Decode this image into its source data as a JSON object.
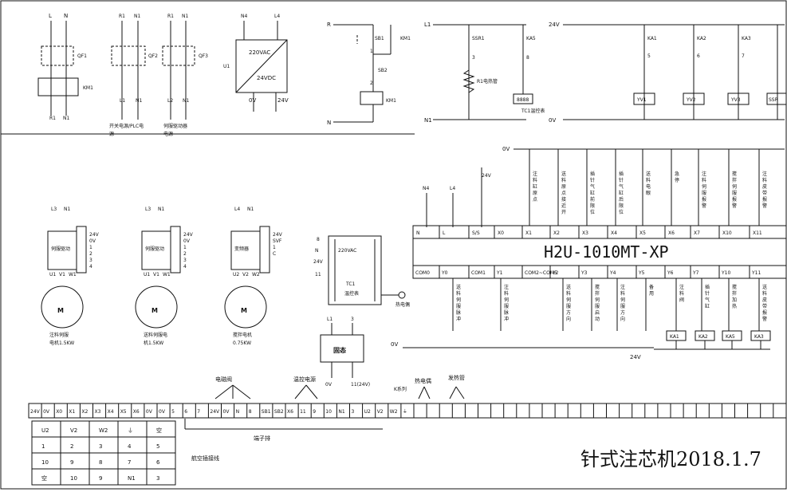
{
  "colors": {
    "ink": "#111111",
    "paper": "#ffffff"
  },
  "breakers": {
    "qf1": {
      "top_left": "L",
      "top_right": "N",
      "name": "QF1",
      "contactor": "KM1",
      "bottom_left": "R1",
      "bottom_right": "N1"
    },
    "qf2": {
      "top_left": "R1",
      "top_right": "N1",
      "name": "QF2",
      "bottom_left": "L1",
      "bottom_right": "N1",
      "caption": [
        "开关电源/PLC电",
        "源"
      ]
    },
    "qf3": {
      "top_left": "R1",
      "top_right": "N1",
      "name": "QF3",
      "bottom_left": "L2",
      "bottom_right": "N1",
      "caption": [
        "伺服驱动器",
        "电源"
      ]
    }
  },
  "psu": {
    "in_left": "N4",
    "in_right": "L4",
    "unit": "U1",
    "line1": "220VAC",
    "line2": "24VDC",
    "out_left": "0V",
    "out_right": "24V"
  },
  "km_circuit": {
    "top": "R",
    "bottom": "N",
    "sb1": "SB1",
    "km1_contact": "KM1",
    "n1": "1",
    "sb2": "SB2",
    "n2": "2",
    "coil": "KM1"
  },
  "heater_circuit": {
    "top": "L1",
    "bottom": "N1",
    "ssr": "SSR1",
    "ka5": "KA5",
    "n3": "3",
    "n8": "8",
    "heater": "R1电热管",
    "controller_box": "8888",
    "controller": "TC1温控表"
  },
  "valve_circuit": {
    "top": "24V",
    "bottom": "0V",
    "relays": [
      {
        "name": "KA1",
        "num": "5",
        "valve": "YV1"
      },
      {
        "name": "KA2",
        "num": "6",
        "valve": "YV2"
      },
      {
        "name": "KA3",
        "num": "7",
        "valve": "YV3"
      },
      {
        "name": "",
        "num": "",
        "valve": "SSR"
      }
    ]
  },
  "plc": {
    "model": "H2U-1010MT-XP",
    "common_0v": "0V",
    "feed_n4": "N4",
    "feed_l4": "L4",
    "feed_24v": "24V",
    "inputs": [
      "N",
      "L",
      "S/S",
      "X0",
      "X1",
      "X2",
      "X3",
      "X4",
      "X5",
      "X6",
      "X7",
      "X10",
      "X11"
    ],
    "input_labels": [
      "注料缸原点",
      "送料原点接近开关",
      "插针气缸前限位",
      "插针气缸后限位",
      "送料电眼",
      "急停",
      "注料伺服报警",
      "搅拌伺服报警",
      "注料皮带报警"
    ],
    "outputs": [
      "COM0",
      "Y0",
      "COM1",
      "Y1",
      "COM2~COM5",
      "Y2",
      "Y3",
      "Y4",
      "Y5",
      "Y6",
      "Y7",
      "Y10",
      "Y11"
    ],
    "output_labels": [
      "送料伺服脉冲",
      "注料伺服脉冲",
      "送料伺服方向",
      "搅拌伺服启动",
      "注料伺服方向",
      "备用",
      "注料阀",
      "插针气缸",
      "搅拌加热",
      "送料皮带报警"
    ],
    "relays": [
      "KA1",
      "KA2",
      "KA5",
      "KA3"
    ],
    "bottom_0v": "0V",
    "bottom_24v": "24V"
  },
  "drives": [
    {
      "top": [
        "L3",
        "N1"
      ],
      "title": "伺服驱动",
      "pins": [
        "24V",
        "0V",
        "1",
        "2",
        "3",
        "4"
      ],
      "bottom": [
        "U1",
        "V1",
        "W1"
      ],
      "caption": [
        "注料伺服",
        "电机1.5KW"
      ],
      "motor": "M"
    },
    {
      "top": [
        "L3",
        "N1"
      ],
      "title": "伺服驱动",
      "pins": [
        "24V",
        "0V",
        "1",
        "2",
        "3",
        "4"
      ],
      "bottom": [
        "U1",
        "V1",
        "W1"
      ],
      "caption": [
        "送料伺服电",
        "机1.5KW"
      ],
      "motor": "M"
    },
    {
      "top": [
        "L4",
        "N1"
      ],
      "title": "变频器",
      "pins": [
        "24V",
        "SVF",
        "1",
        "C"
      ],
      "bottom": [
        "U2",
        "V2",
        "W2"
      ],
      "caption": [
        "搅拌电机",
        "0.75KW"
      ],
      "motor": "M"
    }
  ],
  "tc1": {
    "pins_left": [
      "8",
      "N",
      "24V",
      "11"
    ],
    "model": "220VAC",
    "name": "TC1",
    "label": "温控表",
    "probe": "热电偶"
  },
  "ssr_box": {
    "top_left": "L1",
    "top_right": "3",
    "label": "固态",
    "bottom_left": "0V",
    "bottom_right": "11(24V)"
  },
  "terminal": {
    "cells": [
      "24V",
      "0V",
      "X0",
      "X1",
      "X2",
      "X3",
      "X4",
      "X5",
      "X6",
      "0V",
      "0V",
      "5",
      "6",
      "7",
      "24V",
      "0V",
      "N",
      "8",
      "SB1",
      "SB2",
      "X6",
      "11",
      "9",
      "10",
      "N1",
      "3",
      "U2",
      "V2",
      "W2",
      "⏚"
    ],
    "group_valve": "电磁阀",
    "group_temp": "温控电源",
    "group_tc": "热电偶",
    "group_heat": "发热管",
    "k_series": "K系列",
    "strip_label": "端子排",
    "aviation_label": "航空插接线"
  },
  "aviation": [
    [
      "U2",
      "V2",
      "W2",
      "⏚",
      "空"
    ],
    [
      "1",
      "2",
      "3",
      "4",
      "5"
    ],
    [
      "10",
      "9",
      "8",
      "7",
      "6"
    ],
    [
      "空",
      "10",
      "9",
      "N1",
      "3"
    ]
  ],
  "title_block": {
    "text": "针式注芯机2018.1.7"
  }
}
